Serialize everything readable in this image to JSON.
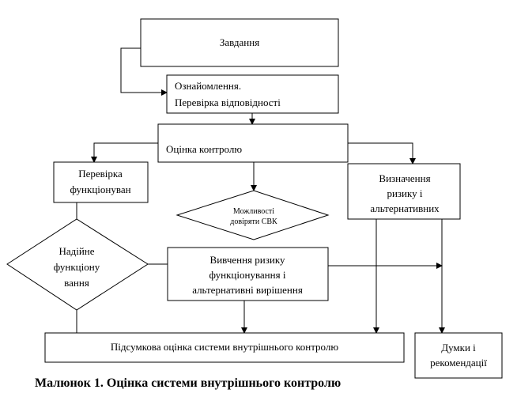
{
  "nodes": {
    "task": "Завдання",
    "familiarization": [
      "Ознайомлення.",
      "Перевірка відповідності"
    ],
    "control_assessment": "Оцінка контролю",
    "functioning_check": [
      "Перевірка",
      "функціонуван"
    ],
    "trust_possibility": [
      "Можливості",
      "довіряти СВК"
    ],
    "risk_definition": [
      "Визначення",
      "ризику і",
      "альтернативних"
    ],
    "reliable_functioning": [
      "Надійне",
      "функціону",
      "вання"
    ],
    "risk_study": [
      "Вивчення ризику",
      "функціонування і",
      "альтернативні вирішення"
    ],
    "final_assessment": "Підсумкова оцінка системи внутрішнього контролю",
    "opinions": [
      "Думки і",
      "рекомендації"
    ]
  },
  "caption": "Малюнок 1. Оцінка системи внутрішнього контролю"
}
